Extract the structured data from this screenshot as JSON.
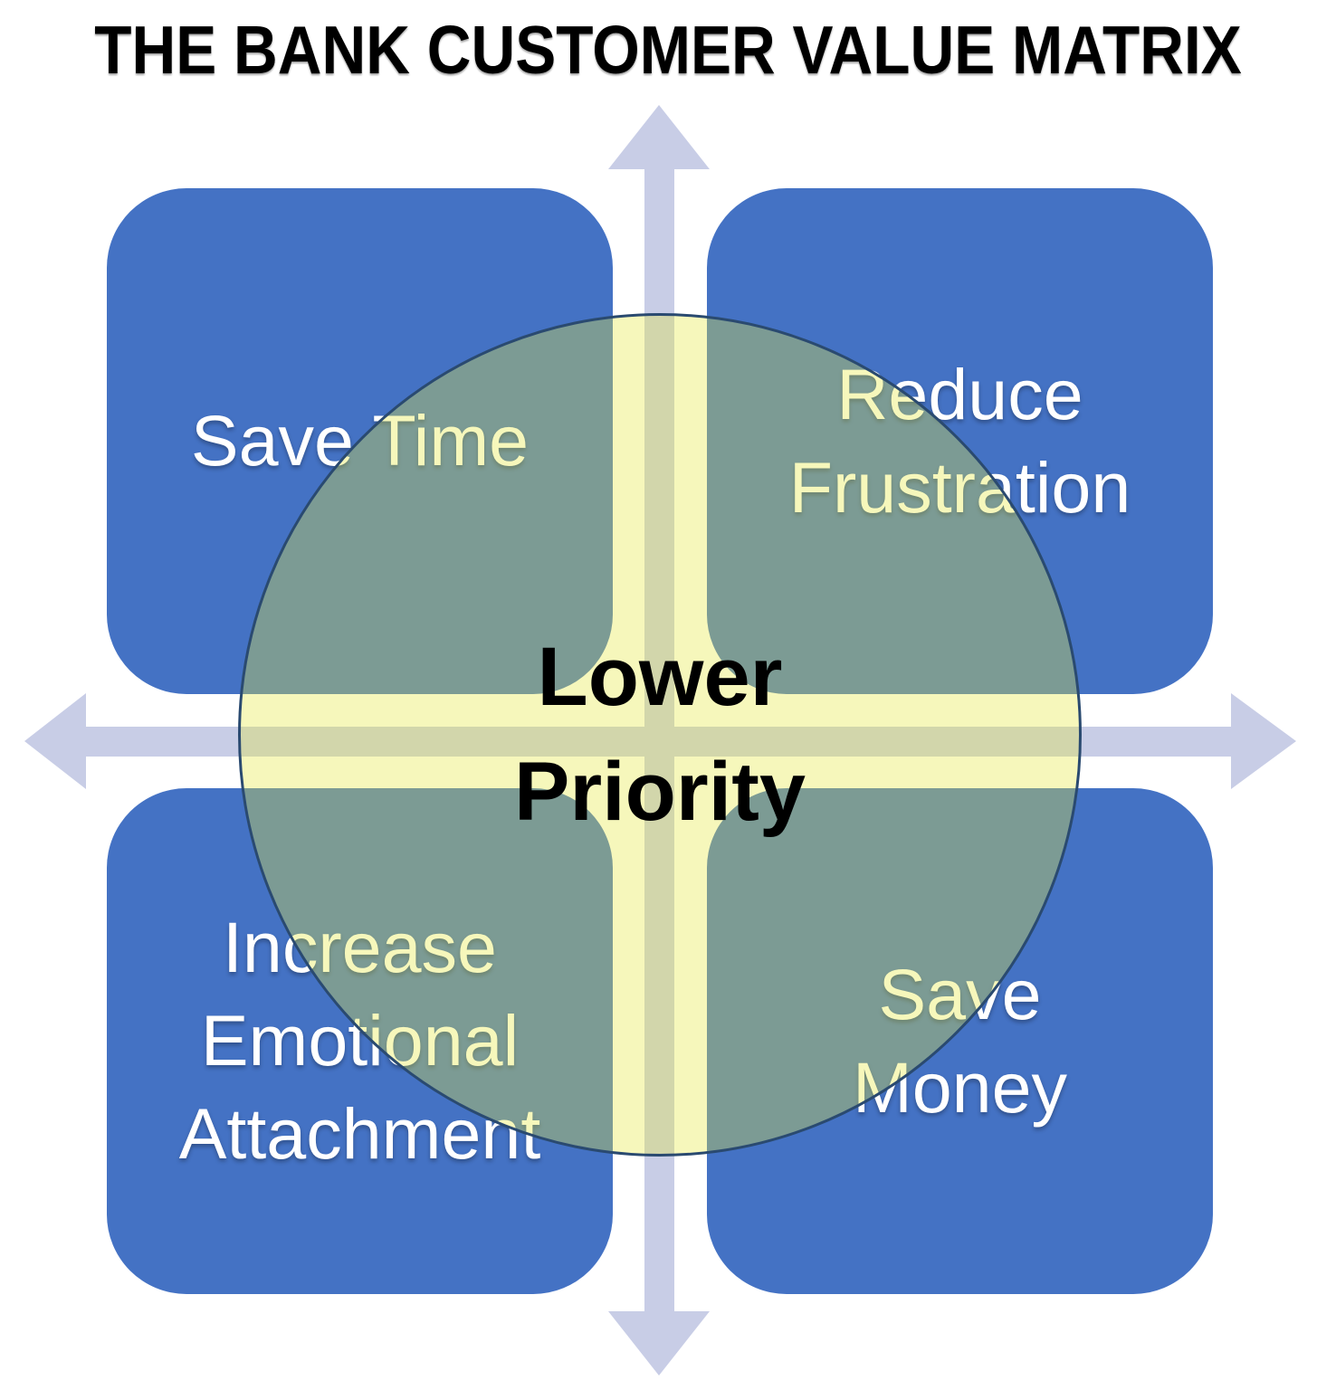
{
  "title": "THE BANK CUSTOMER VALUE MATRIX",
  "quadrants": {
    "top_left": {
      "label": "Save Time"
    },
    "top_right": {
      "label": "Reduce\nFrustration"
    },
    "bottom_left": {
      "label": "Increase\nEmotional\nAttachment"
    },
    "bottom_right": {
      "label": "Save\nMoney"
    }
  },
  "center": {
    "label": "Lower\nPriority"
  },
  "colors": {
    "background": "#FFFFFF",
    "quadrant_blue": "#4472C4",
    "arrow_lavender": "#C8CDE6",
    "circle_fill_hex": "#E6E93C",
    "circle_fill_rgba": "rgba(230,233,60,0.35)",
    "circle_outline": "#2A4A70",
    "quadrant_text": "#FFFFFF",
    "title_text": "#000000",
    "center_text": "#000000"
  }
}
